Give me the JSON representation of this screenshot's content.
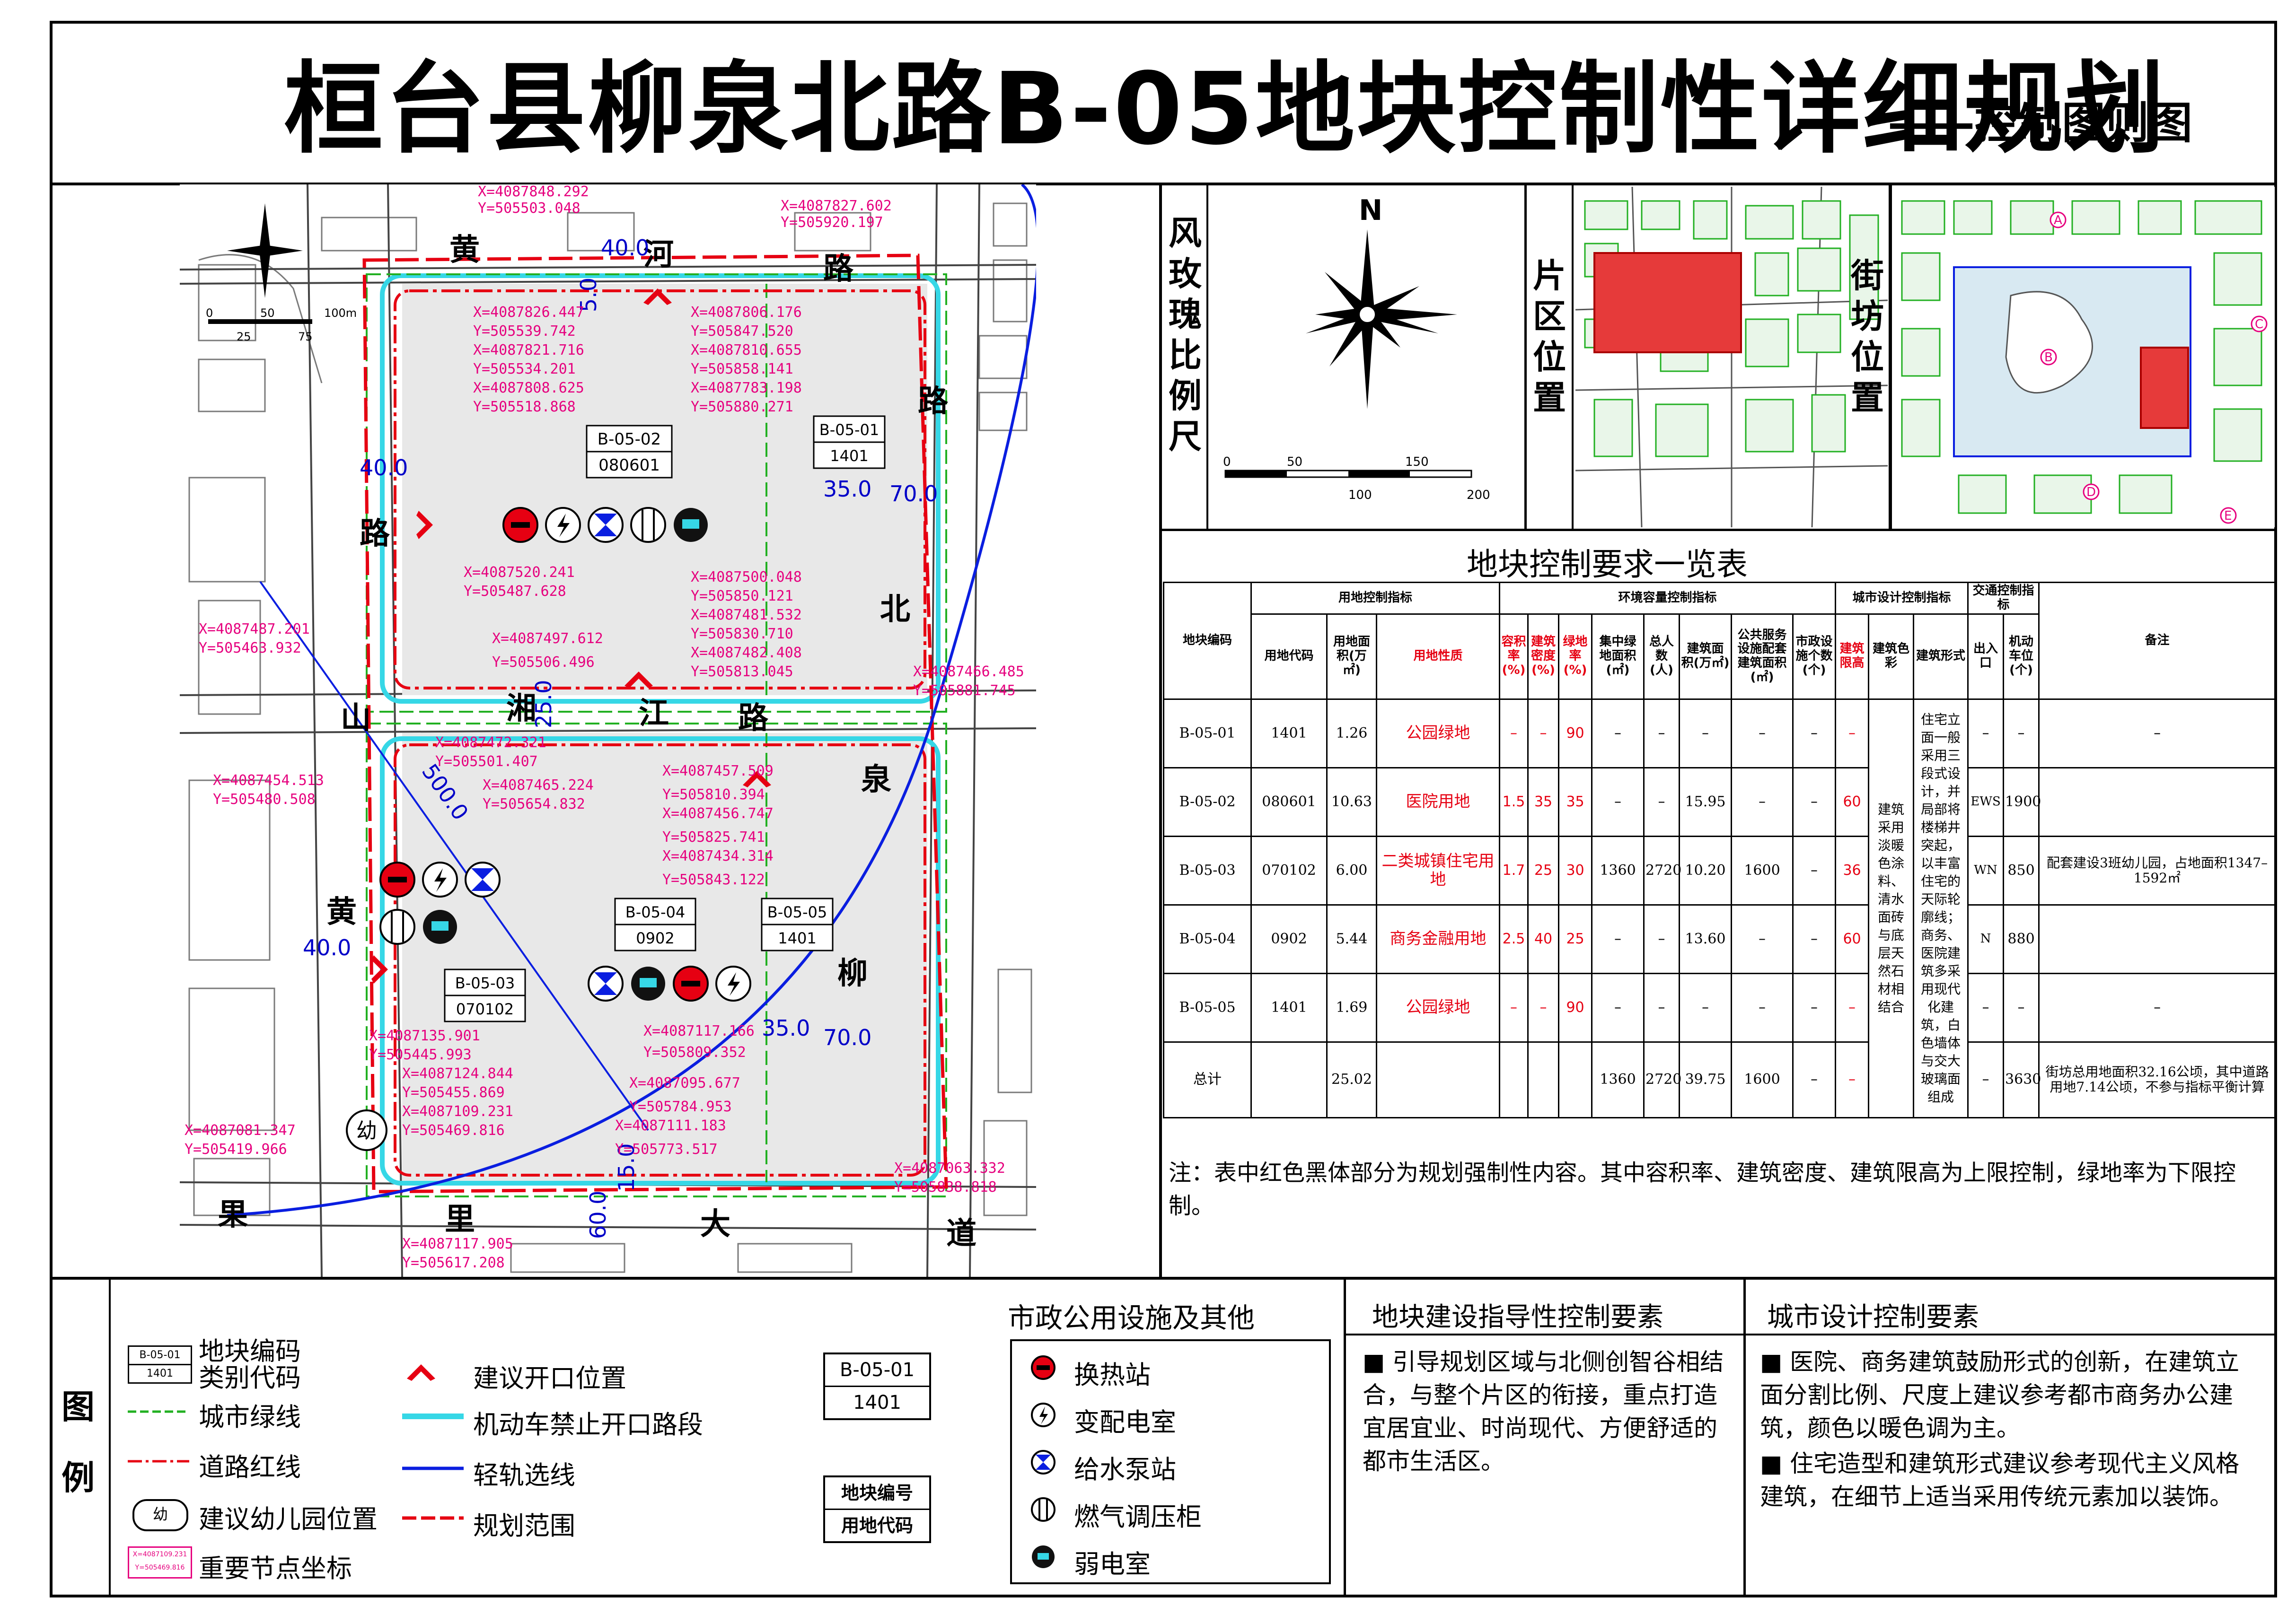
{
  "header": {
    "title": "桓台县柳泉北路B-05地块控制性详细规划",
    "subtitle": "——控制图则图"
  },
  "map": {
    "roads": {
      "north": [
        "黄",
        "河",
        "路"
      ],
      "middle": [
        "湘",
        "江",
        "路"
      ],
      "south": [
        "果",
        "里",
        "大",
        "道"
      ],
      "west_upper": [
        "路"
      ],
      "west_mid": [
        "山"
      ],
      "west_lower": [
        "黄"
      ],
      "east": [
        "路",
        "北",
        "泉",
        "柳"
      ]
    },
    "dims": {
      "n1": "5.0",
      "n2": "40.0",
      "w1": "40.0",
      "w2": "40.0",
      "e1": "35.0",
      "e2": "70.0",
      "e3": "35.0",
      "e4": "70.0",
      "m1": "25.0",
      "s1": "60.0",
      "s2": "15.0",
      "rail": "500.0",
      "scale": "100m",
      "s0": "0",
      "s50": "50",
      "s25": "25",
      "s75": "75"
    },
    "parcels": [
      {
        "code": "B-05-02",
        "use": "080601"
      },
      {
        "code": "B-05-01",
        "use": "1401"
      },
      {
        "code": "B-05-04",
        "use": "0902"
      },
      {
        "code": "B-05-05",
        "use": "1401"
      },
      {
        "code": "B-05-03",
        "use": "070102"
      }
    ],
    "kindergarten": "幼",
    "coords": [
      "X=4087848.292",
      "Y=505503.048",
      "X=4087827.602",
      "Y=505920.197",
      "X=4087826.447",
      "Y=505539.742",
      "X=4087821.716",
      "Y=505534.201",
      "X=4087808.625",
      "Y=505518.868",
      "X=4087806.176",
      "Y=505847.520",
      "X=4087810.655",
      "Y=505858.141",
      "X=4087783.198",
      "Y=505880.271",
      "X=4087520.241",
      "Y=505487.628",
      "X=4087500.048",
      "Y=505850.121",
      "X=4087481.532",
      "Y=505830.710",
      "X=4087497.612",
      "Y=505506.496",
      "X=4087482.408",
      "Y=505813.045",
      "X=4087487.201",
      "Y=505463.932",
      "X=4087466.485",
      "Y=505881.745",
      "X=4087472.321",
      "Y=505501.407",
      "X=4087465.224",
      "Y=505654.832",
      "X=4087457.509",
      "Y=505810.394",
      "X=4087456.747",
      "Y=505825.741",
      "X=4087434.314",
      "Y=505843.122",
      "X=4087454.513",
      "Y=505480.508",
      "X=4087135.901",
      "Y=505445.993",
      "X=4087124.844",
      "Y=505455.869",
      "X=4087109.231",
      "Y=505469.816",
      "X=4087117.166",
      "Y=505809.352",
      "X=4087095.677",
      "Y=505784.953",
      "X=4087111.183",
      "Y=505773.517",
      "X=4087081.347",
      "Y=505419.966",
      "X=4087063.332",
      "Y=505838.818",
      "X=4087117.905",
      "Y=505617.208"
    ]
  },
  "wind_panel": {
    "label": [
      "风",
      "玫",
      "瑰",
      "",
      "比",
      "例",
      "尺"
    ],
    "north": "N",
    "scale_labels": [
      "0",
      "50",
      "150",
      "100",
      "200"
    ]
  },
  "district_panel": {
    "label": [
      "片",
      "区",
      "位",
      "置"
    ]
  },
  "block_panel": {
    "label": [
      "街",
      "坊",
      "位",
      "置"
    ],
    "markers": [
      "A",
      "B",
      "C",
      "D",
      "E"
    ]
  },
  "table": {
    "title": "地块控制要求一览表",
    "group_headers": [
      "用地控制指标",
      "环境容量控制指标",
      "城市设计控制指标",
      "交通控制指标"
    ],
    "headers": [
      "地块编码",
      "用地代码",
      "用地面积(万㎡)",
      "用地性质",
      "容积率(%)",
      "建筑密度(%)",
      "绿地率(%)",
      "集中绿地面积(㎡)",
      "总人数(人)",
      "建筑面积(万㎡)",
      "公共服务设施配套建筑面积(㎡)",
      "市政设施个数(个)",
      "建筑限高",
      "建筑色彩",
      "建筑形式",
      "出入口",
      "机动车位(个)",
      "备注"
    ],
    "rows": [
      {
        "code": "B-05-01",
        "use": "1401",
        "area": "1.26",
        "nature": "公园绿地",
        "far": "–",
        "density": "–",
        "green": "90",
        "cgreen": "–",
        "pop": "–",
        "floor": "–",
        "pub": "–",
        "muni": "–",
        "height": "–",
        "entry": "–",
        "parking": "–",
        "note": "–"
      },
      {
        "code": "B-05-02",
        "use": "080601",
        "area": "10.63",
        "nature": "医院用地",
        "far": "1.5",
        "density": "35",
        "green": "35",
        "cgreen": "–",
        "pop": "–",
        "floor": "15.95",
        "pub": "–",
        "muni": "–",
        "height": "60",
        "entry": "EWS",
        "parking": "1900",
        "note": ""
      },
      {
        "code": "B-05-03",
        "use": "070102",
        "area": "6.00",
        "nature": "二类城镇住宅用地",
        "far": "1.7",
        "density": "25",
        "green": "30",
        "cgreen": "1360",
        "pop": "2720",
        "floor": "10.20",
        "pub": "1600",
        "muni": "–",
        "height": "36",
        "entry": "WN",
        "parking": "850",
        "note": "配套建设3班幼儿园，占地面积1347–1592㎡"
      },
      {
        "code": "B-05-04",
        "use": "0902",
        "area": "5.44",
        "nature": "商务金融用地",
        "far": "2.5",
        "density": "40",
        "green": "25",
        "cgreen": "–",
        "pop": "–",
        "floor": "13.60",
        "pub": "–",
        "muni": "–",
        "height": "60",
        "entry": "N",
        "parking": "880",
        "note": ""
      },
      {
        "code": "B-05-05",
        "use": "1401",
        "area": "1.69",
        "nature": "公园绿地",
        "far": "–",
        "density": "–",
        "green": "90",
        "cgreen": "–",
        "pop": "–",
        "floor": "–",
        "pub": "–",
        "muni": "–",
        "height": "–",
        "entry": "–",
        "parking": "–",
        "note": "–"
      }
    ],
    "total": {
      "label": "总计",
      "area": "25.02",
      "cgreen": "1360",
      "pop": "2720",
      "floor": "39.75",
      "pub": "1600",
      "muni": "–",
      "height": "–",
      "entry": "–",
      "parking": "3630",
      "note": "街坊总用地面积32.16公顷，其中道路用地7.14公顷，不参与指标平衡计算"
    },
    "color_text": "建筑采用淡暖色涂料、清水面砖与底层天然石材相结合",
    "form_text": "住宅立面一般采用三段式设计，并局部将楼梯井突起，以丰富住宅的天际轮廓线；商务、医院建筑多采用现代化建筑，白色墙体与交大玻璃面组成"
  },
  "note": "注：表中红色黑体部分为规划强制性内容。其中容积率、建筑密度、建筑限高为上限控制，绿地率为下限控制。",
  "legend": {
    "label": [
      "图",
      "例"
    ],
    "items": {
      "code_box_top": "B-05-01",
      "code_box_bottom": "1401",
      "code_label1": "地块编码",
      "code_label2": "类别代码",
      "green_line": "城市绿线",
      "road_line": "道路红线",
      "kindergarten": "建议幼儿园位置",
      "kindergarten_glyph": "幼",
      "coord": "重要节点坐标",
      "coord_sample_x": "X=4087109.231",
      "coord_sample_y": "Y=505469.816",
      "opening": "建议开口位置",
      "no_opening": "机动车禁止开口路段",
      "rail": "轻轨选线",
      "boundary": "规划范围"
    },
    "sample_box": {
      "top": "B-05-01",
      "bottom": "1401",
      "lbl_top": "地块编号",
      "lbl_bottom": "用地代码"
    }
  },
  "facilities": {
    "title": "市政公用设施及其他",
    "items": [
      "换热站",
      "变配电室",
      "给水泵站",
      "燃气调压柜",
      "弱电室"
    ]
  },
  "guidance": {
    "title": "地块建设指导性控制要素",
    "text": "■ 引导规划区域与北侧创智谷相结合，与整个片区的衔接，重点打造宜居宜业、时尚现代、方便舒适的都市生活区。"
  },
  "urban_design": {
    "title": "城市设计控制要素",
    "text1": "■ 医院、商务建筑鼓励形式的创新，在建筑立面分割比例、尺度上建议参考都市商务办公建筑，颜色以暖色调为主。",
    "text2": "■ 住宅造型和建筑形式建议参考现代主义风格建筑，在细节上适当采用传统元素加以装饰。"
  },
  "colors": {
    "red": "#e60012",
    "green": "#22b022",
    "cyan": "#36d7e6",
    "blue": "#0a1ee0",
    "magenta": "#e6007e"
  }
}
